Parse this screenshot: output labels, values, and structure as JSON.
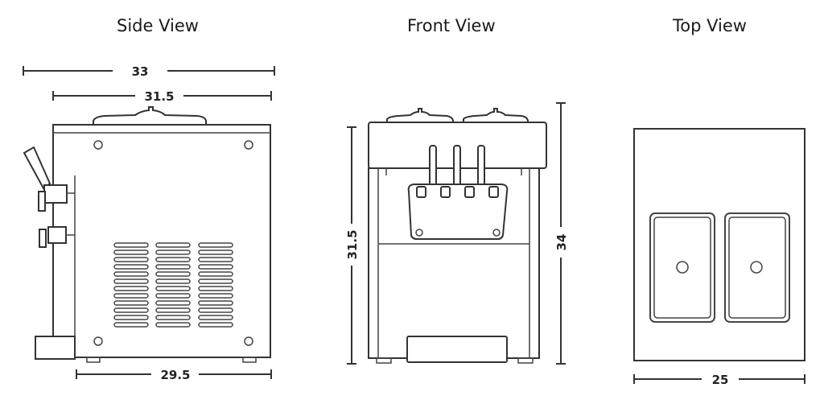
{
  "titles": {
    "side": "Side View",
    "front": "Front View",
    "top": "Top View"
  },
  "dimensions": {
    "side_overall_width": "33",
    "side_body_width": "31.5",
    "side_base_width": "29.5",
    "front_body_height": "31.5",
    "front_overall_height": "34",
    "top_width": "25"
  }
}
